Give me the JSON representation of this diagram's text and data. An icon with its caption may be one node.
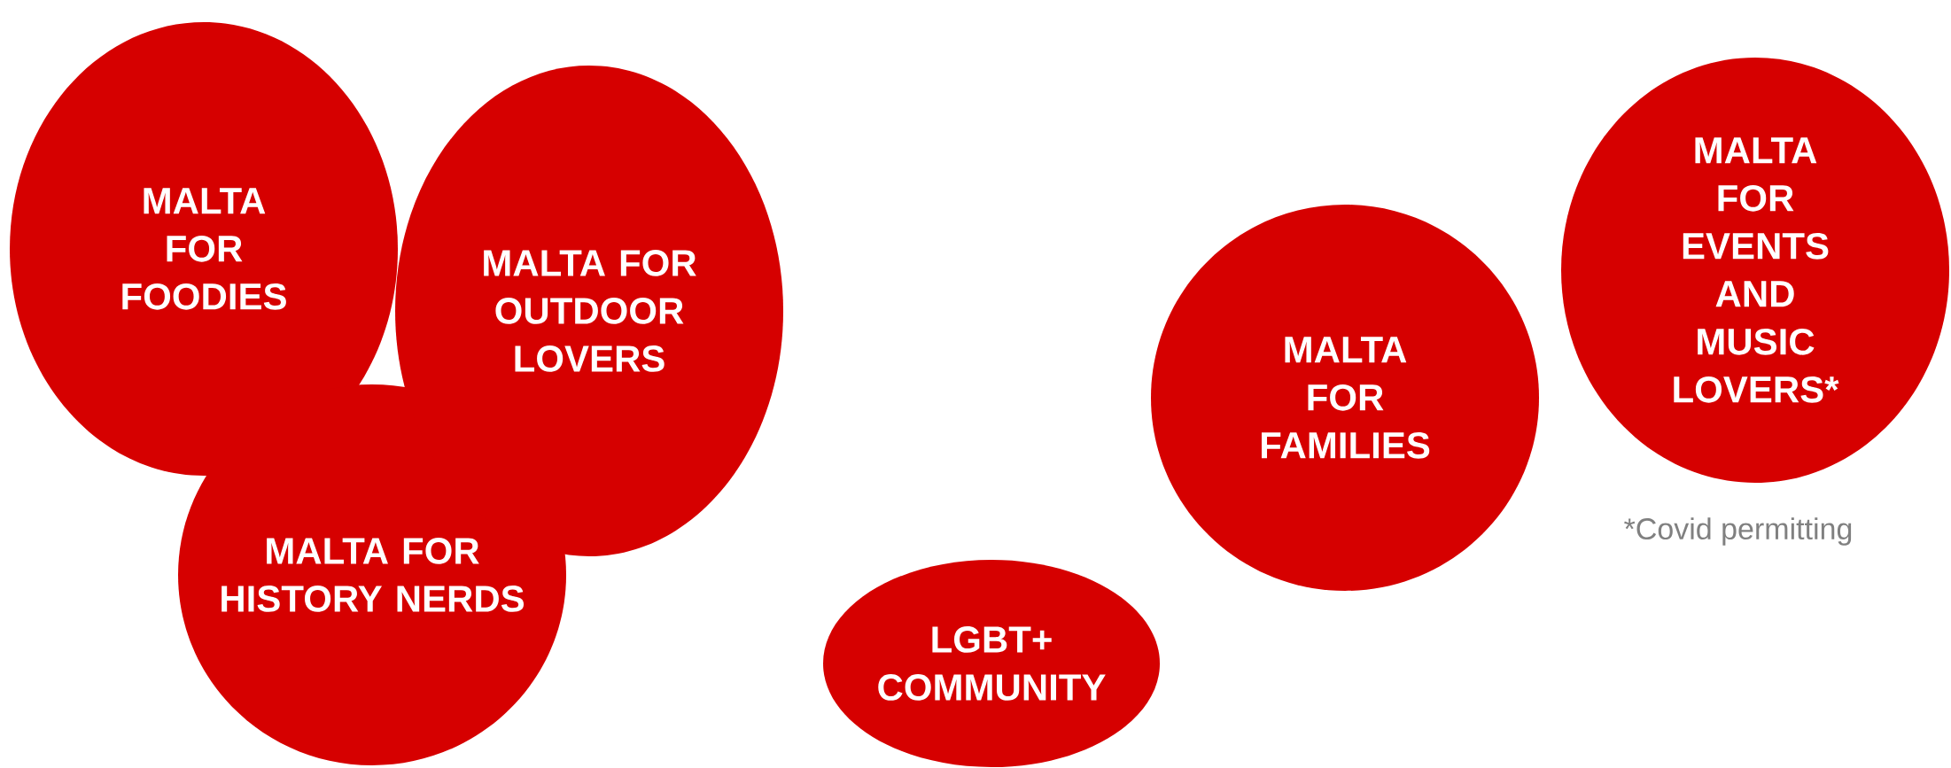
{
  "diagram": {
    "nodes": [
      {
        "text": [
          "MALTA FOR FOODIES"
        ]
      },
      {
        "text": [
          "MALTA FOR HISTORY NERDS"
        ]
      },
      {
        "text": [
          "MALTA FOR OUTDOOR LOVERS"
        ]
      },
      {
        "text": [
          "LGBT+ COMMUNITY"
        ]
      },
      {
        "text": [
          "MALTA FOR FAMILIES"
        ]
      },
      {
        "text": [
          "MALTA FOR EVENTS AND MUSIC LOVERS*"
        ]
      }
    ],
    "labels": [
      "*Covid permitting"
    ]
  }
}
